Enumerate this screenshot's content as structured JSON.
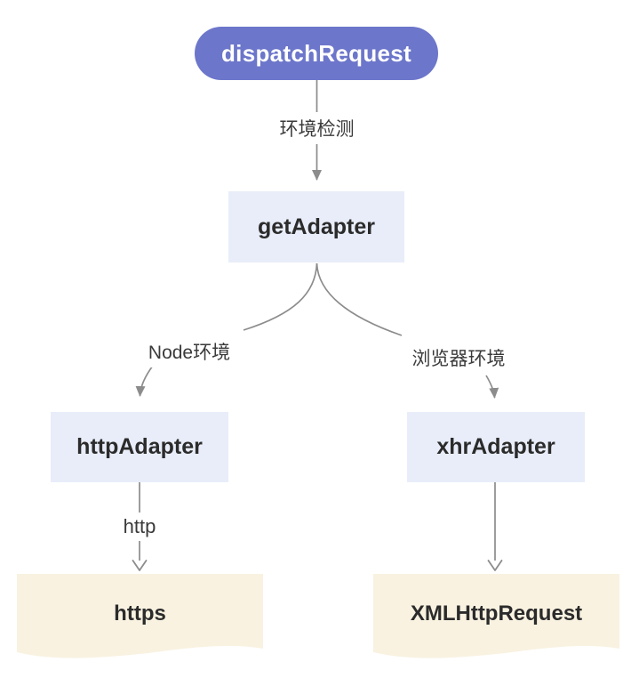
{
  "nodes": {
    "dispatch_request": {
      "label": "dispatchRequest",
      "type": "pill"
    },
    "get_adapter": {
      "label": "getAdapter",
      "type": "box"
    },
    "http_adapter": {
      "label": "httpAdapter",
      "type": "box"
    },
    "xhr_adapter": {
      "label": "xhrAdapter",
      "type": "box"
    },
    "https": {
      "label": "https",
      "type": "document"
    },
    "xml_http_request": {
      "label": "XMLHttpRequest",
      "type": "document"
    }
  },
  "edges": {
    "env_check": {
      "from": "dispatch_request",
      "to": "get_adapter",
      "label": "环境检测"
    },
    "fork_left": {
      "from": "get_adapter",
      "to": "http_adapter",
      "label": "Node环境"
    },
    "fork_right": {
      "from": "get_adapter",
      "to": "xhr_adapter",
      "label": "浏览器环境"
    },
    "http": {
      "from": "http_adapter",
      "to": "https",
      "label": "http"
    },
    "xhr": {
      "from": "xhr_adapter",
      "to": "xml_http_request",
      "label": ""
    }
  },
  "colors": {
    "node_primary_bg": "#6C76CA",
    "node_primary_text": "#FFFFFF",
    "node_secondary_bg": "#E8EDF9",
    "node_document_bg": "#F9F2E1",
    "node_text": "#2B2B2B",
    "edge_line": "#8C8C8C",
    "edge_label_text": "#3A3A3A",
    "background": "#FFFFFF"
  }
}
